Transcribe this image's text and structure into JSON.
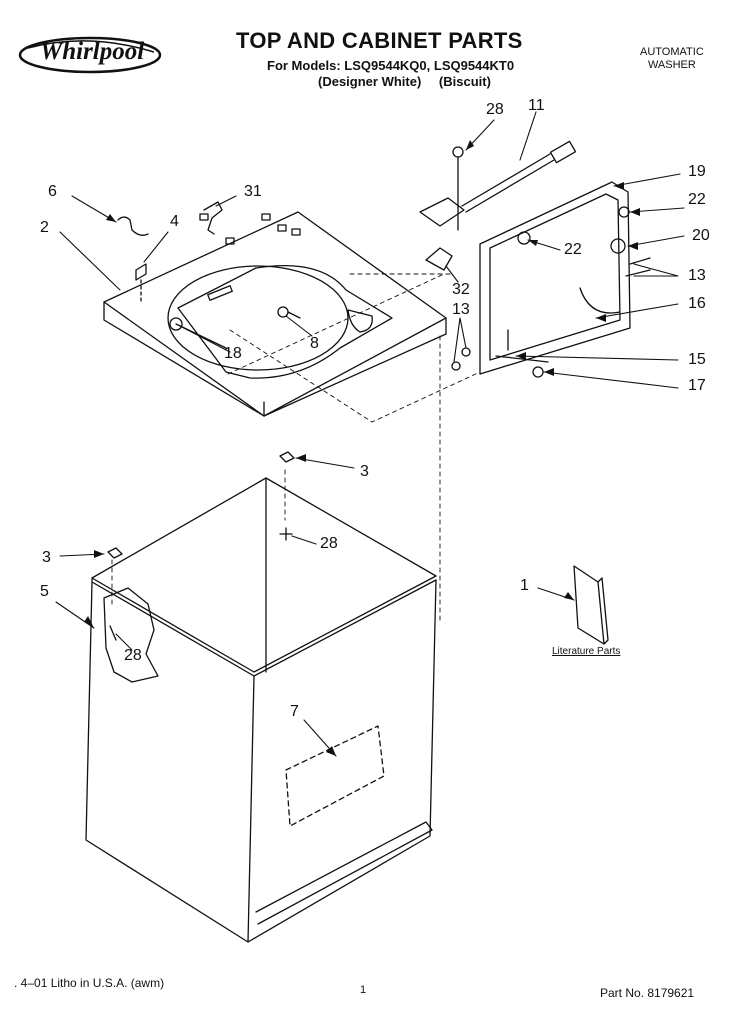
{
  "brand": {
    "name": "Whirlpool"
  },
  "header": {
    "title": "TOP AND CABINET PARTS",
    "models_line": "For Models: LSQ9544KQ0, LSQ9544KT0",
    "variants": [
      "(Designer White)",
      "(Biscuit)"
    ],
    "product_type": [
      "AUTOMATIC",
      "WASHER"
    ]
  },
  "callouts": {
    "c28a": "28",
    "c11": "11",
    "c6": "6",
    "c31": "31",
    "c4": "4",
    "c2": "2",
    "c19": "19",
    "c22a": "22",
    "c22b": "22",
    "c20": "20",
    "c13a": "13",
    "c32": "32",
    "c16": "16",
    "c13b": "13",
    "c8": "8",
    "c18": "18",
    "c15": "15",
    "c17": "17",
    "c3a": "3",
    "c28b": "28",
    "c3b": "3",
    "c5": "5",
    "c28c": "28",
    "c1": "1",
    "c7": "7"
  },
  "literature": {
    "label": "Literature Parts"
  },
  "footer": {
    "left": ". 4–01 Litho in U.S.A. (awm)",
    "page": "1",
    "part_no": "Part No. 8179621"
  },
  "colors": {
    "ink": "#111111",
    "paper": "#ffffff"
  }
}
